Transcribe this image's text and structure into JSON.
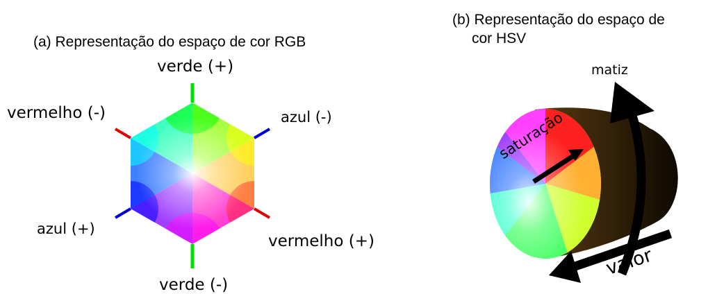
{
  "panel_a": {
    "caption": "(a) Representação do espaço de cor RGB",
    "labels": {
      "green_plus": "verde (+)",
      "green_minus": "verde (-)",
      "red_minus": "vermelho (-)",
      "red_plus": "vermelho (+)",
      "blue_minus": "azul (-)",
      "blue_plus": "azul (+)"
    },
    "colors": {
      "red": "#ff0000",
      "green": "#00ff00",
      "blue": "#0000ff"
    }
  },
  "panel_b": {
    "caption_line1": "(b) Representação do espaço de",
    "caption_line2": "cor HSV",
    "labels": {
      "hue": "matiz",
      "saturation": "saturação",
      "value": "valor"
    }
  }
}
